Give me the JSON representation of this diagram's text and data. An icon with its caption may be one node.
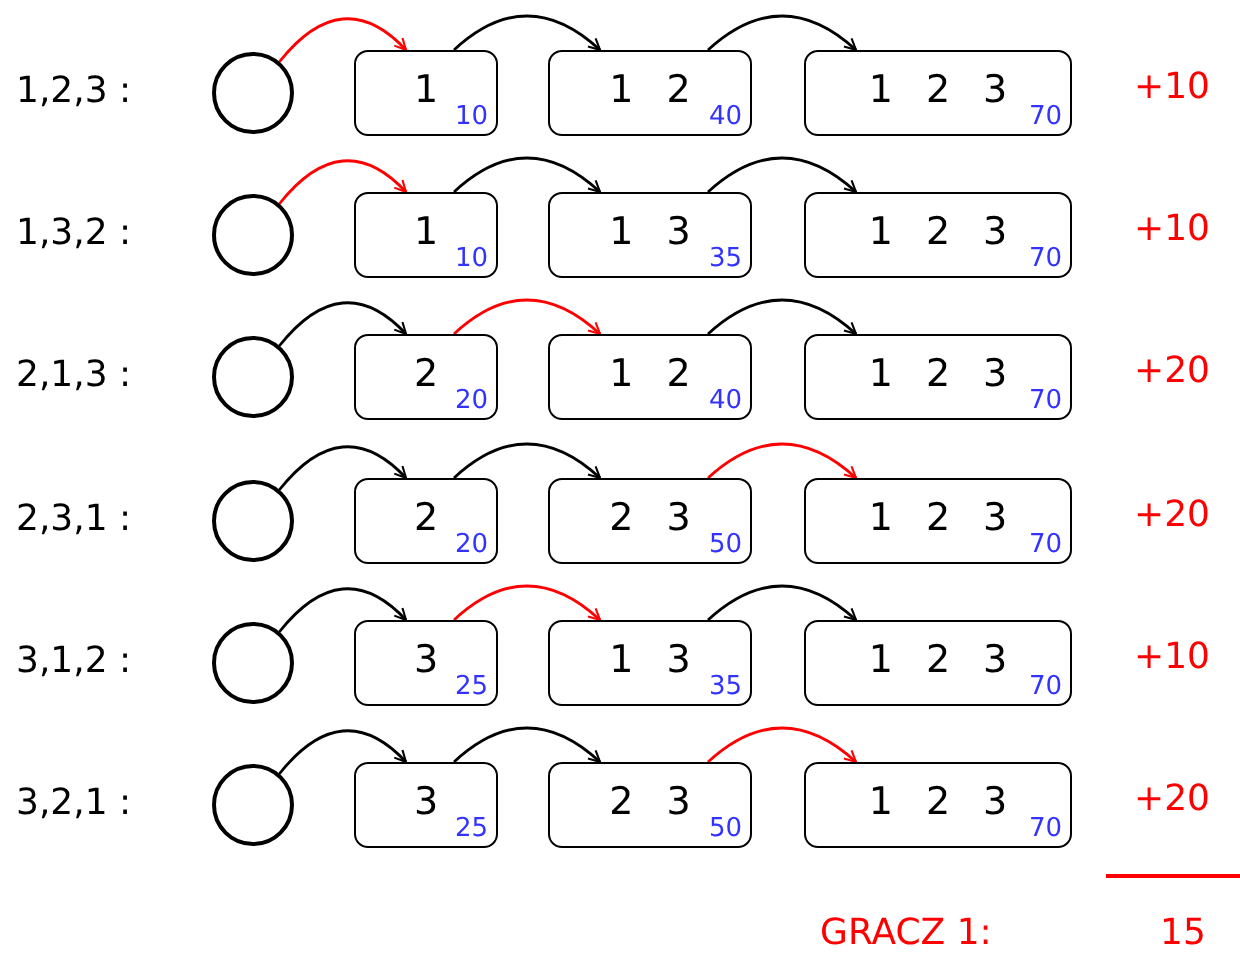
{
  "diagram": {
    "nodes": [
      {
        "text": [],
        "shape": "circle"
      },
      {
        "text": [
          "1",
          "10"
        ]
      },
      {
        "text": [
          "1 2",
          "40"
        ]
      },
      {
        "text": [
          "1 2 3",
          "70"
        ]
      },
      {
        "text": [],
        "shape": "circle"
      },
      {
        "text": [
          "1",
          "10"
        ]
      },
      {
        "text": [
          "1 3",
          "35"
        ]
      },
      {
        "text": [
          "1 2 3",
          "70"
        ]
      },
      {
        "text": [],
        "shape": "circle"
      },
      {
        "text": [
          "2",
          "20"
        ]
      },
      {
        "text": [
          "1 2",
          "40"
        ]
      },
      {
        "text": [
          "1 2 3",
          "70"
        ]
      },
      {
        "text": [],
        "shape": "circle"
      },
      {
        "text": [
          "2",
          "20"
        ]
      },
      {
        "text": [
          "2 3",
          "50"
        ]
      },
      {
        "text": [
          "1 2 3",
          "70"
        ]
      },
      {
        "text": [],
        "shape": "circle"
      },
      {
        "text": [
          "3",
          "25"
        ]
      },
      {
        "text": [
          "1 3",
          "35"
        ]
      },
      {
        "text": [
          "1 2 3",
          "70"
        ]
      },
      {
        "text": [],
        "shape": "circle"
      },
      {
        "text": [
          "3",
          "25"
        ]
      },
      {
        "text": [
          "2 3",
          "50"
        ]
      },
      {
        "text": [
          "1 2 3",
          "70"
        ]
      }
    ],
    "edges": [
      {
        "from": 0,
        "to": 1,
        "arrow": "to",
        "color": "#ff0000"
      },
      {
        "from": 1,
        "to": 2,
        "arrow": "to"
      },
      {
        "from": 2,
        "to": 3,
        "arrow": "to"
      },
      {
        "from": 4,
        "to": 5,
        "arrow": "to",
        "color": "#ff0000"
      },
      {
        "from": 5,
        "to": 6,
        "arrow": "to"
      },
      {
        "from": 6,
        "to": 7,
        "arrow": "to"
      },
      {
        "from": 8,
        "to": 9,
        "arrow": "to"
      },
      {
        "from": 9,
        "to": 10,
        "arrow": "to",
        "color": "#ff0000"
      },
      {
        "from": 10,
        "to": 11,
        "arrow": "to"
      },
      {
        "from": 12,
        "to": 13,
        "arrow": "to"
      },
      {
        "from": 13,
        "to": 14,
        "arrow": "to"
      },
      {
        "from": 14,
        "to": 15,
        "arrow": "to",
        "color": "#ff0000"
      },
      {
        "from": 16,
        "to": 17,
        "arrow": "to"
      },
      {
        "from": 17,
        "to": 18,
        "arrow": "to",
        "color": "#ff0000"
      },
      {
        "from": 18,
        "to": 19,
        "arrow": "to"
      },
      {
        "from": 20,
        "to": 21,
        "arrow": "to"
      },
      {
        "from": 21,
        "to": 22,
        "arrow": "to"
      },
      {
        "from": 22,
        "to": 23,
        "arrow": "to",
        "color": "#ff0000"
      }
    ],
    "labels": [
      "1,2,3 :",
      "+10",
      "1,3,2 :",
      "+10",
      "2,1,3 :",
      "+20",
      "2,3,1 :",
      "+20",
      "3,1,2 :",
      "+10",
      "3,2,1 :",
      "+20",
      "GRACZ 1:",
      "15"
    ]
  }
}
